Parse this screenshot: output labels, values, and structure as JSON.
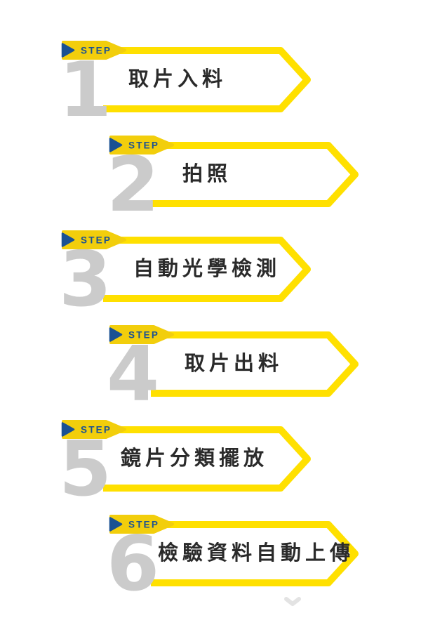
{
  "colors": {
    "banner_yellow": "#FFE000",
    "badge_yellow": "#F2CE0C",
    "badge_blue": "#1A5193",
    "number_gray": "#CBCBCB",
    "title_dark": "#2A2A2A",
    "chevron_gray": "#E3E3E3",
    "background": "#FFFFFF"
  },
  "icons": {
    "badge_marker": "play-triangle-icon",
    "more_indicator": "chevron-down-icon"
  },
  "steps": [
    {
      "badge_label": "STEP",
      "number": "1",
      "title": "取片入料"
    },
    {
      "badge_label": "STEP",
      "number": "2",
      "title": "拍照"
    },
    {
      "badge_label": "STEP",
      "number": "3",
      "title": "自動光學檢測"
    },
    {
      "badge_label": "STEP",
      "number": "4",
      "title": "取片出料"
    },
    {
      "badge_label": "STEP",
      "number": "5",
      "title": "鏡片分類擺放"
    },
    {
      "badge_label": "STEP",
      "number": "6",
      "title": "檢驗資料自動上傳"
    }
  ]
}
